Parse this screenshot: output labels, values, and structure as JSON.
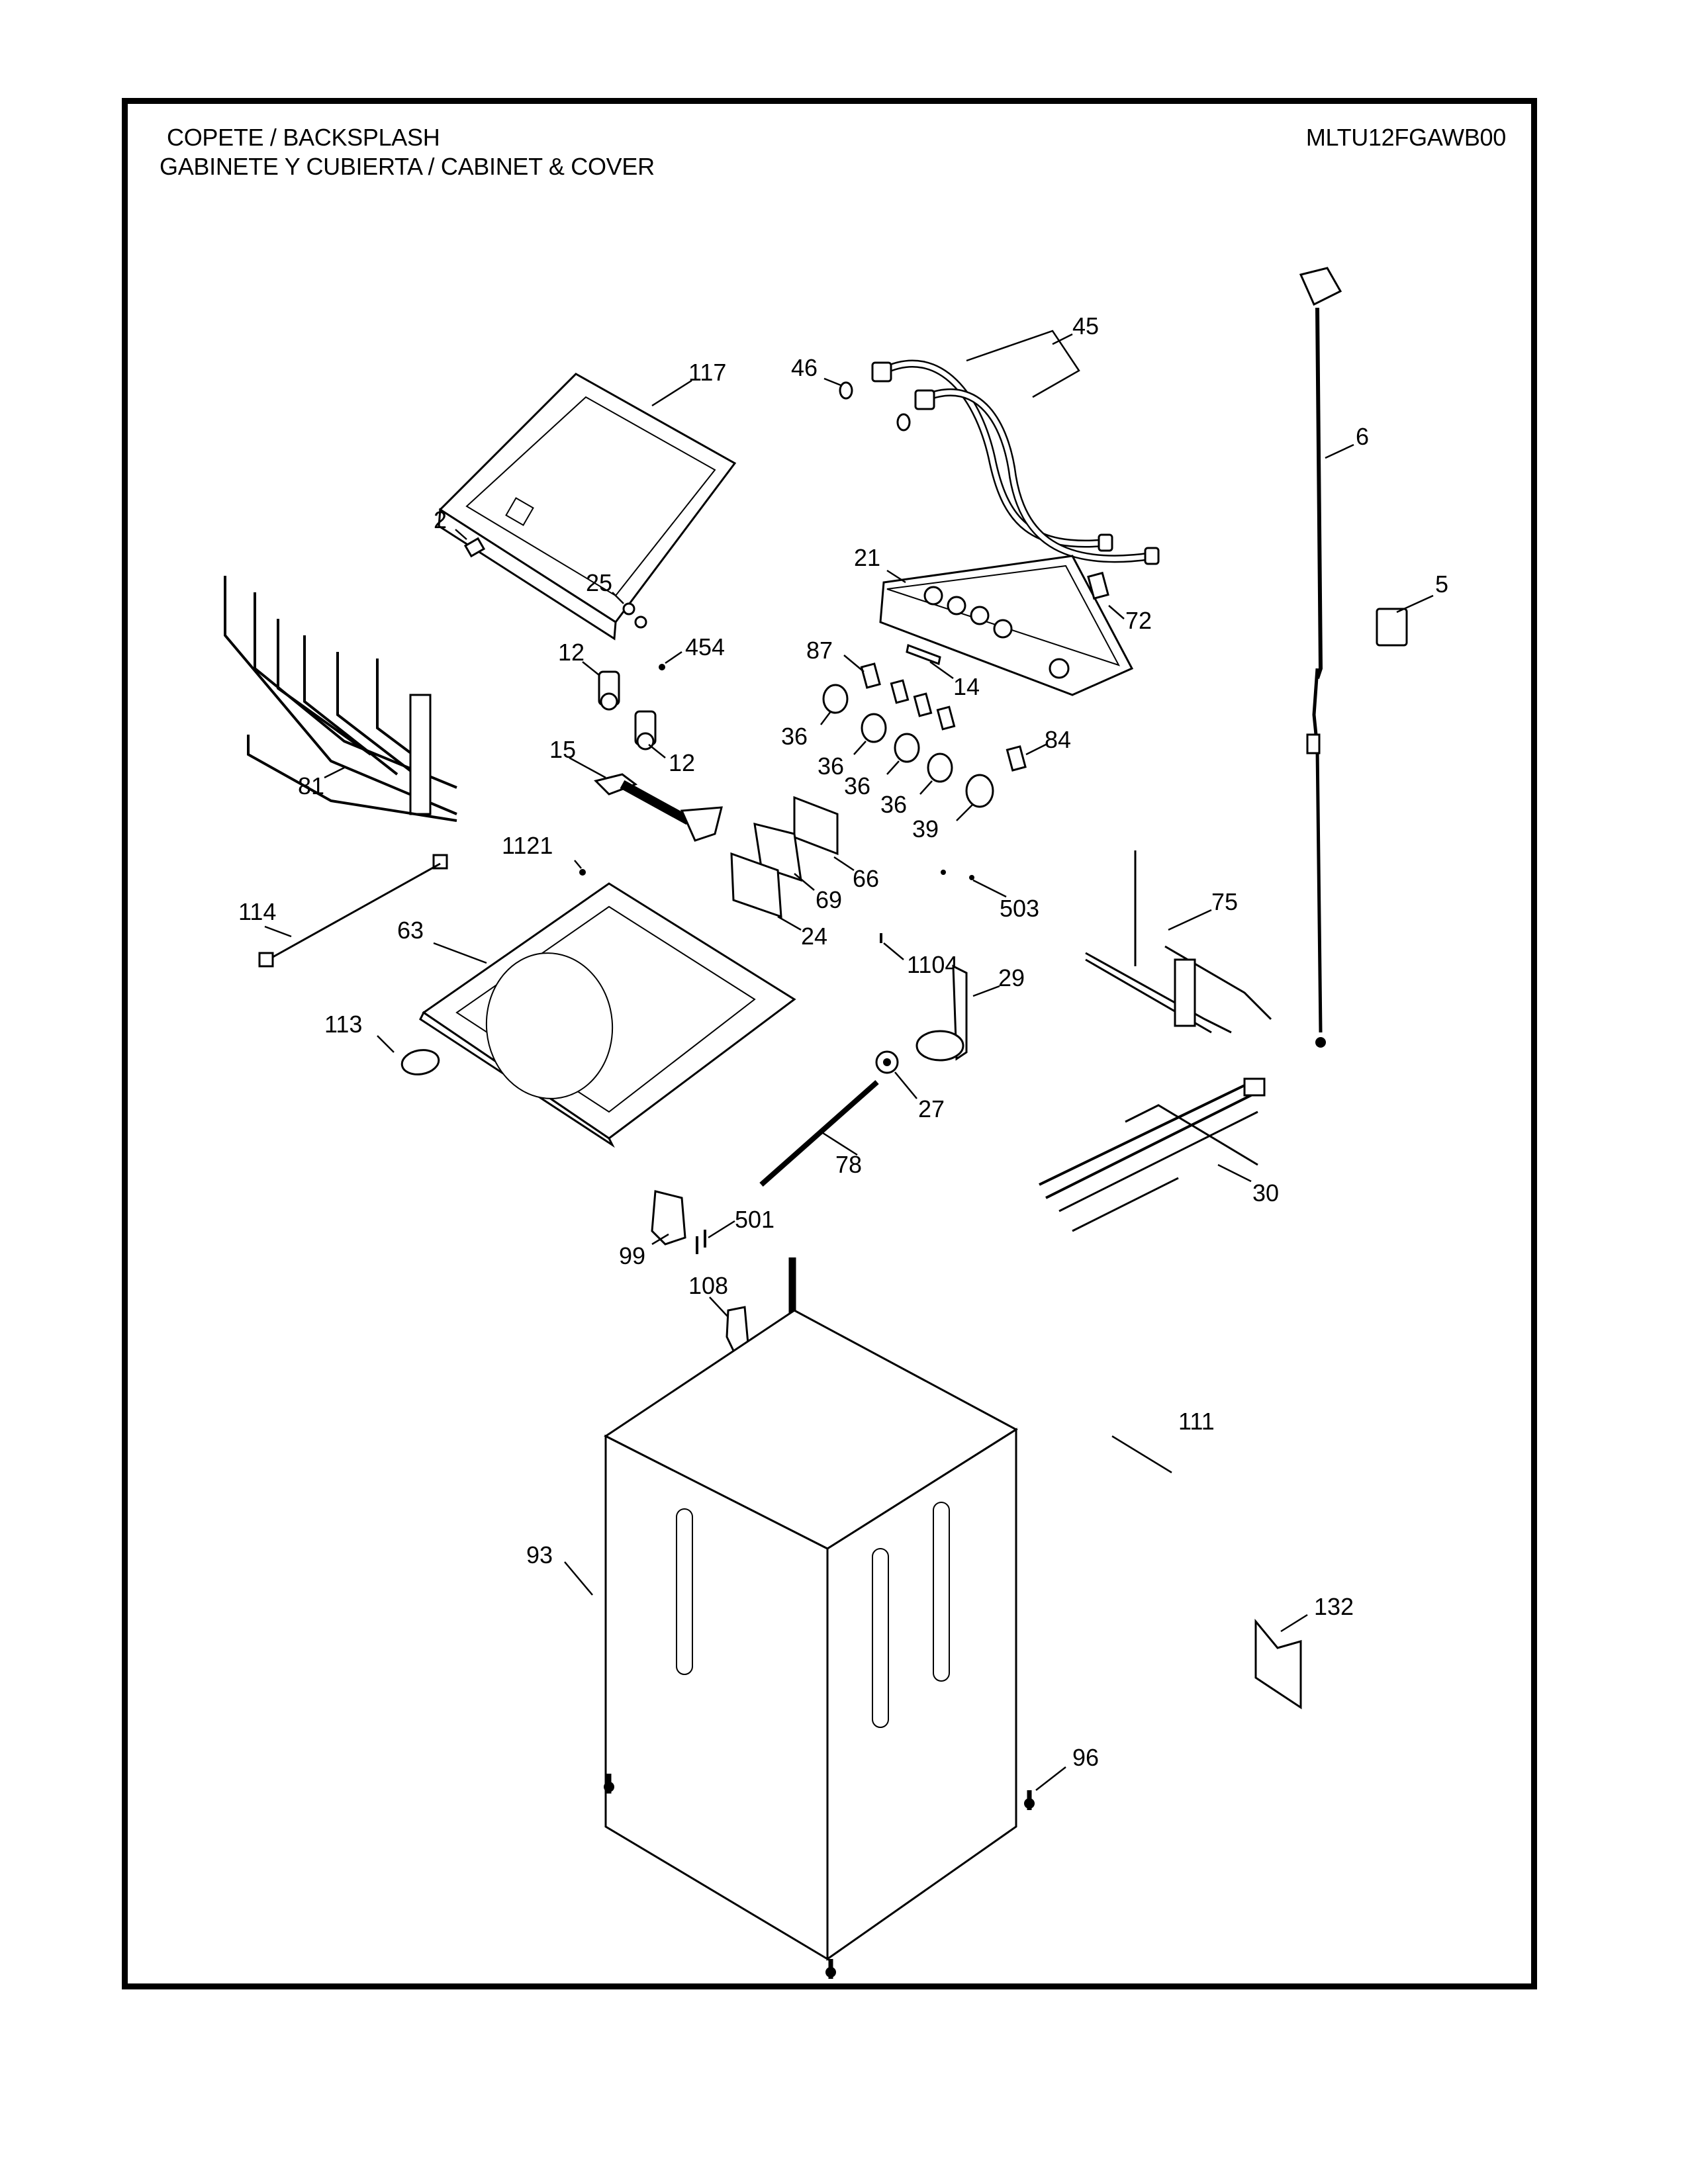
{
  "header": {
    "title_line1": "COPETE / BACKSPLASH",
    "title_line2": "GABINETE Y CUBIERTA / CABINET & COVER",
    "model_number": "MLTU12FGAWB00"
  },
  "parts": [
    {
      "id": "p117",
      "label": "117",
      "name": "lid"
    },
    {
      "id": "p46",
      "label": "46",
      "name": "hose-washer"
    },
    {
      "id": "p45",
      "label": "45",
      "name": "inlet-hoses"
    },
    {
      "id": "p6",
      "label": "6",
      "name": "power-cord"
    },
    {
      "id": "p2",
      "label": "2",
      "name": "lid-bumper"
    },
    {
      "id": "p21",
      "label": "21",
      "name": "backsplash-panel"
    },
    {
      "id": "p72",
      "label": "72",
      "name": "connector"
    },
    {
      "id": "p5",
      "label": "5",
      "name": "junction-box"
    },
    {
      "id": "p25",
      "label": "25",
      "name": "clip"
    },
    {
      "id": "p454",
      "label": "454",
      "name": "screw"
    },
    {
      "id": "p12a",
      "label": "12",
      "name": "water-valve"
    },
    {
      "id": "p12b",
      "label": "12",
      "name": "water-valve"
    },
    {
      "id": "p87",
      "label": "87",
      "name": "switch"
    },
    {
      "id": "p14",
      "label": "14",
      "name": "light-pipe"
    },
    {
      "id": "p36a",
      "label": "36",
      "name": "knob"
    },
    {
      "id": "p36b",
      "label": "36",
      "name": "knob"
    },
    {
      "id": "p36c",
      "label": "36",
      "name": "knob"
    },
    {
      "id": "p36d",
      "label": "36",
      "name": "knob"
    },
    {
      "id": "p84",
      "label": "84",
      "name": "switch"
    },
    {
      "id": "p39",
      "label": "39",
      "name": "knob"
    },
    {
      "id": "p81",
      "label": "81",
      "name": "wire-harness"
    },
    {
      "id": "p15",
      "label": "15",
      "name": "fill-hose"
    },
    {
      "id": "p1121",
      "label": "1121",
      "name": "screw"
    },
    {
      "id": "p66",
      "label": "66",
      "name": "bracket"
    },
    {
      "id": "p69",
      "label": "69",
      "name": "control-board"
    },
    {
      "id": "p503",
      "label": "503",
      "name": "screw"
    },
    {
      "id": "p24",
      "label": "24",
      "name": "jumper-harness"
    },
    {
      "id": "p114",
      "label": "114",
      "name": "top-cover"
    },
    {
      "id": "p63",
      "label": "63",
      "name": "board-cover"
    },
    {
      "id": "p1104",
      "label": "1104",
      "name": "screw"
    },
    {
      "id": "p75",
      "label": "75",
      "name": "motor-harness"
    },
    {
      "id": "p29",
      "label": "29",
      "name": "lid-lock"
    },
    {
      "id": "p113",
      "label": "113",
      "name": "bleach-cap"
    },
    {
      "id": "p27",
      "label": "27",
      "name": "pressure-switch"
    },
    {
      "id": "p30",
      "label": "30",
      "name": "main-harness"
    },
    {
      "id": "p78",
      "label": "78",
      "name": "pressure-hose"
    },
    {
      "id": "p501",
      "label": "501",
      "name": "screw"
    },
    {
      "id": "p99",
      "label": "99",
      "name": "lid-switch"
    },
    {
      "id": "p108",
      "label": "108",
      "name": "cord-clamp"
    },
    {
      "id": "p111",
      "label": "111",
      "name": "drain-hose"
    },
    {
      "id": "p93",
      "label": "93",
      "name": "cabinet"
    },
    {
      "id": "p132",
      "label": "132",
      "name": "literature"
    },
    {
      "id": "p96",
      "label": "96",
      "name": "leveling-leg"
    }
  ]
}
